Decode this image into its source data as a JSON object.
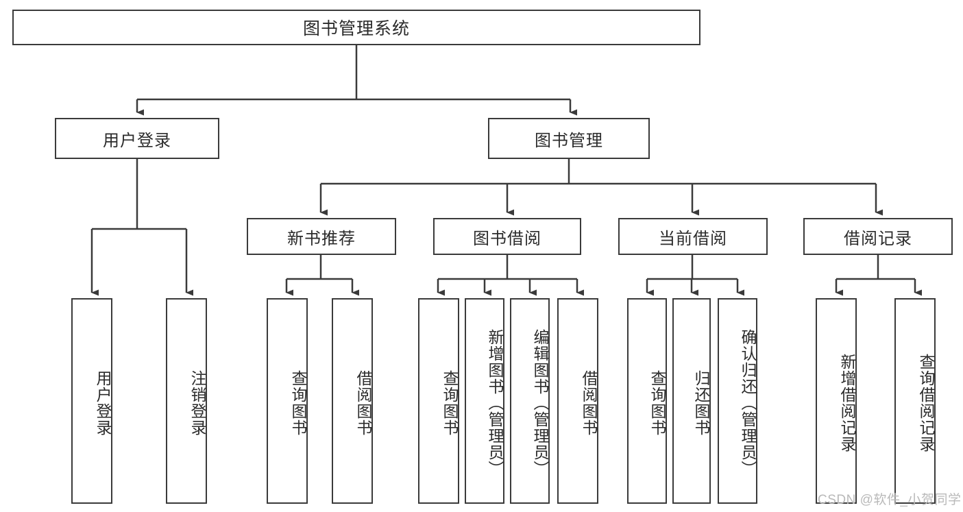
{
  "diagram": {
    "title": "图书管理系统",
    "type": "tree-hierarchy",
    "colors": {
      "box_border": "#3a3a3a",
      "box_fill": "#ffffff",
      "text": "#2b2b2b",
      "edge": "#3a3a3a",
      "watermark": "#b9b9b9",
      "background": "#ffffff"
    },
    "watermark": "CSDN @软件_小贺同学",
    "nodes": {
      "root": {
        "label": "图书管理系统"
      },
      "level2": [
        {
          "label": "用户登录"
        },
        {
          "label": "图书管理"
        }
      ],
      "level3": [
        {
          "label": "新书推荐"
        },
        {
          "label": "图书借阅"
        },
        {
          "label": "当前借阅"
        },
        {
          "label": "借阅记录"
        }
      ],
      "leaves": [
        {
          "label": "用户登录"
        },
        {
          "label": "注销登录"
        },
        {
          "label": "查询图书"
        },
        {
          "label": "借阅图书"
        },
        {
          "label": "查询图书"
        },
        {
          "label": "新增图书（管理员）"
        },
        {
          "label": "编辑图书（管理员）"
        },
        {
          "label": "借阅图书"
        },
        {
          "label": "查询图书"
        },
        {
          "label": "归还图书"
        },
        {
          "label": "确认归还（管理员）"
        },
        {
          "label": "新增借阅记录"
        },
        {
          "label": "查询借阅记录"
        }
      ]
    },
    "edges": [
      {
        "from": "图书管理系统",
        "to": "用户登录"
      },
      {
        "from": "图书管理系统",
        "to": "图书管理"
      },
      {
        "from": "用户登录",
        "to": "用户登录"
      },
      {
        "from": "用户登录",
        "to": "注销登录"
      },
      {
        "from": "图书管理",
        "to": "新书推荐"
      },
      {
        "from": "图书管理",
        "to": "图书借阅"
      },
      {
        "from": "图书管理",
        "to": "当前借阅"
      },
      {
        "from": "图书管理",
        "to": "借阅记录"
      },
      {
        "from": "新书推荐",
        "to": "查询图书"
      },
      {
        "from": "新书推荐",
        "to": "借阅图书"
      },
      {
        "from": "图书借阅",
        "to": "查询图书"
      },
      {
        "from": "图书借阅",
        "to": "新增图书（管理员）"
      },
      {
        "from": "图书借阅",
        "to": "编辑图书（管理员）"
      },
      {
        "from": "图书借阅",
        "to": "借阅图书"
      },
      {
        "from": "当前借阅",
        "to": "查询图书"
      },
      {
        "from": "当前借阅",
        "to": "归还图书"
      },
      {
        "from": "当前借阅",
        "to": "确认归还（管理员）"
      },
      {
        "from": "借阅记录",
        "to": "新增借阅记录"
      },
      {
        "from": "借阅记录",
        "to": "查询借阅记录"
      }
    ]
  }
}
